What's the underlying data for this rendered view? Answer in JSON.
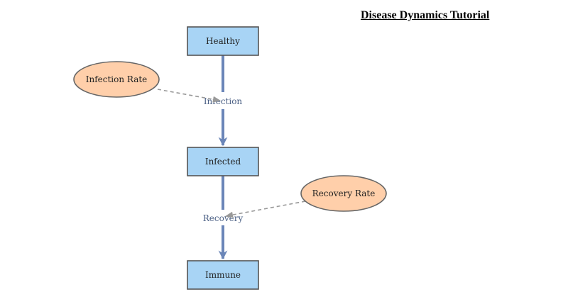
{
  "title": "Disease Dynamics Tutorial",
  "stocks": [
    {
      "id": "healthy",
      "label": "Healthy"
    },
    {
      "id": "infected",
      "label": "Infected"
    },
    {
      "id": "immune",
      "label": "Immune"
    }
  ],
  "flows": [
    {
      "id": "infection",
      "label": "Infection",
      "from": "healthy",
      "to": "infected"
    },
    {
      "id": "recovery",
      "label": "Recovery",
      "from": "infected",
      "to": "immune"
    }
  ],
  "converters": [
    {
      "id": "infection-rate",
      "label": "Infection Rate",
      "target": "infection"
    },
    {
      "id": "recovery-rate",
      "label": "Recovery Rate",
      "target": "recovery"
    }
  ],
  "colors": {
    "stock_fill": "#a8d4f5",
    "stock_border": "#555555",
    "flow_line": "#6b86b8",
    "flow_label": "#4a5f84",
    "converter_fill": "#ffcfaa",
    "converter_border": "#666666",
    "connector": "#999999"
  }
}
